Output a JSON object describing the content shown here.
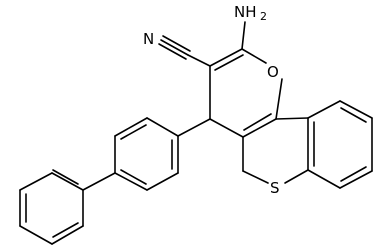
{
  "molecule": {
    "labels": {
      "nitrile_n": "N",
      "amine_n": "NH",
      "amine_h_count": "2",
      "ring_oxygen": "O",
      "ring_sulfur": "S"
    },
    "colors": {
      "bond": "#000000",
      "text": "#000000",
      "background": "#ffffff"
    }
  }
}
